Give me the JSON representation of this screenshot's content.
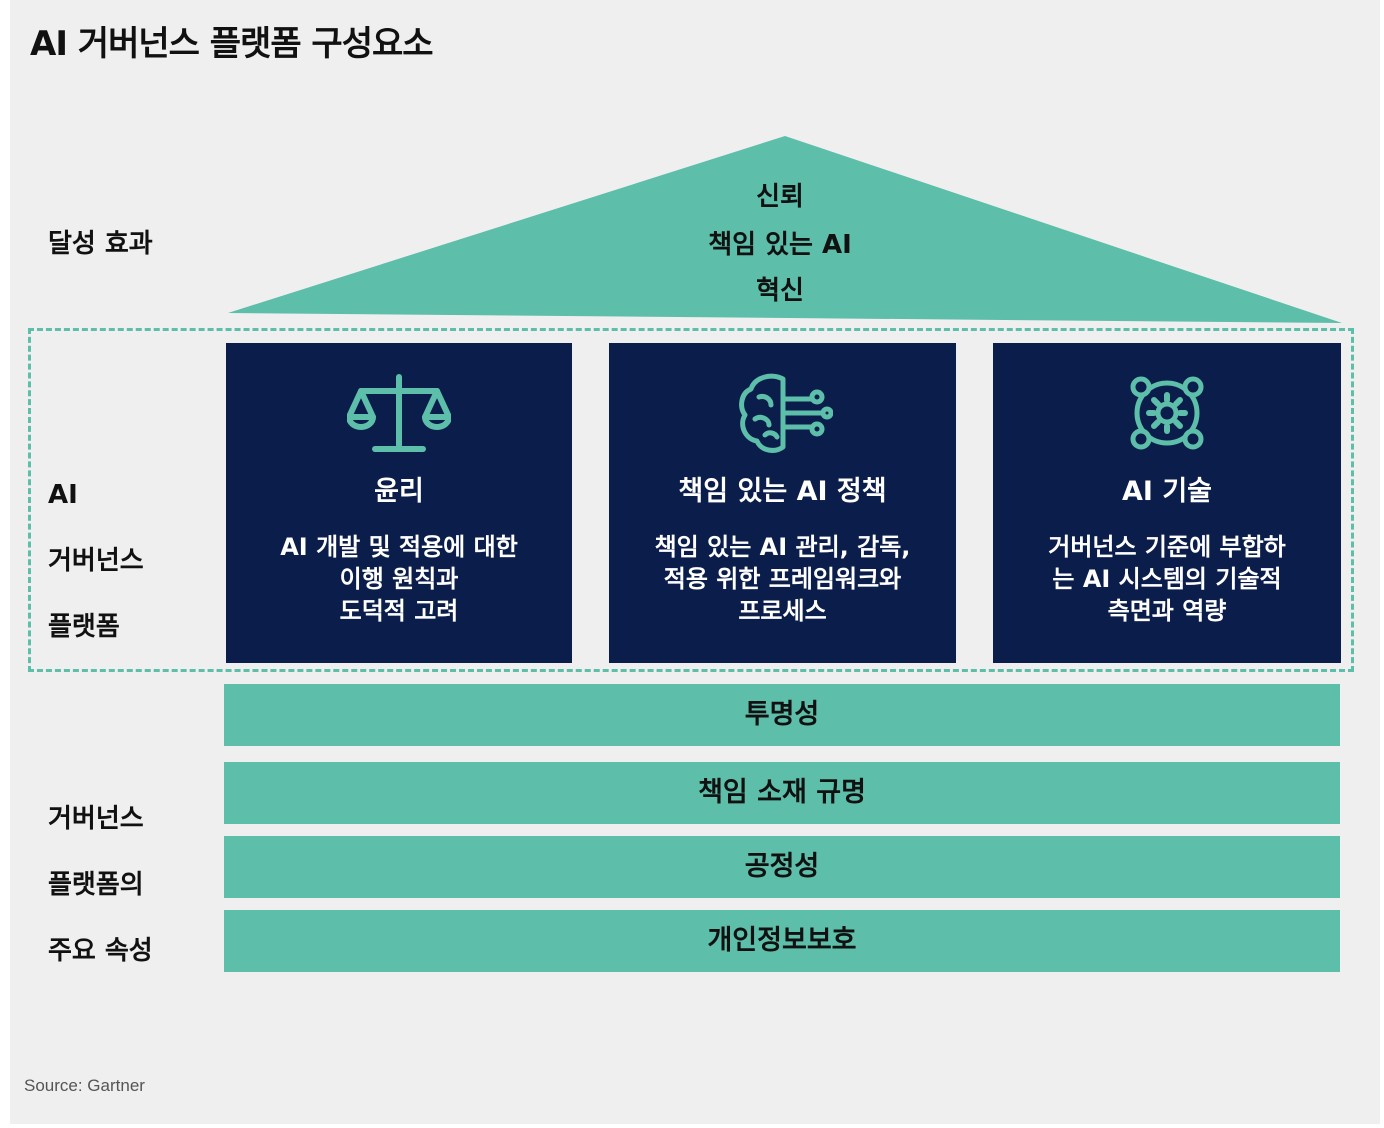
{
  "title": "AI 거버넌스 플랫폼 구성요소",
  "labels": {
    "outcomes": "달성 효과",
    "platform": [
      "AI",
      "거버넌스",
      "플랫폼"
    ],
    "attributes": [
      "거버넌스",
      "플랫폼의",
      "주요 속성"
    ]
  },
  "roof": {
    "lines": [
      "신뢰",
      "책임 있는 AI",
      "혁신"
    ]
  },
  "pillars": [
    {
      "icon": "scales-icon",
      "title": "윤리",
      "desc": [
        "AI 개발 및 적용에 대한",
        "이행 원칙과",
        "도덕적 고려"
      ]
    },
    {
      "icon": "brain-circuit-icon",
      "title": "책임 있는 AI 정책",
      "desc": [
        "책임 있는 AI 관리, 감독,",
        "적용 위한 프레임워크와",
        "프로세스"
      ]
    },
    {
      "icon": "gear-circuit-icon",
      "title": "AI 기술",
      "desc": [
        "거버넌스 기준에 부합하",
        "는 AI 시스템의 기술적",
        "측면과 역량"
      ]
    }
  ],
  "attributes": [
    "투명성",
    "책임 소재 규명",
    "공정성",
    "개인정보보호"
  ],
  "source": "Source: Gartner",
  "colors": {
    "teal": "#5dbeaa",
    "navy": "#0b1e4b",
    "background": "#efefef"
  }
}
